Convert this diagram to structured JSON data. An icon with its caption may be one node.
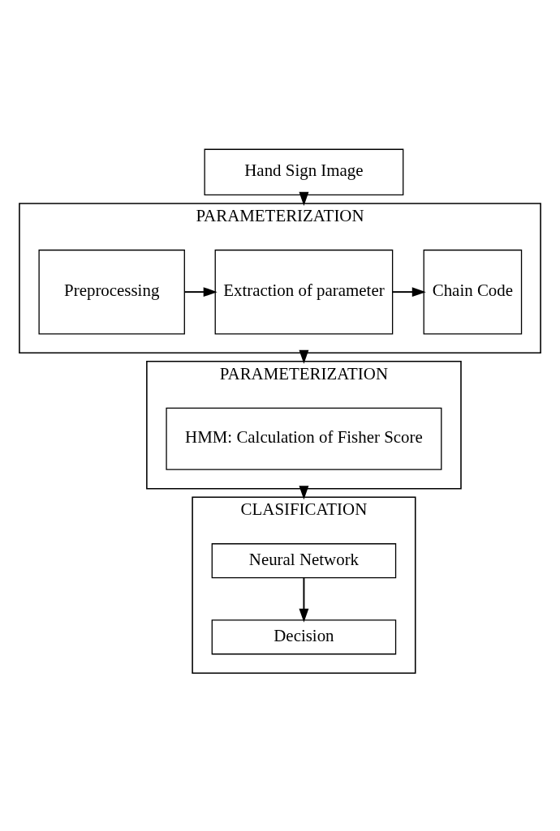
{
  "diagram": {
    "nodes": [
      {
        "text": [
          "Hand Sign Image"
        ]
      },
      {
        "text": [
          "PARAMETERIZATION"
        ]
      },
      {
        "text": [
          "Preprocessing"
        ],
        "in": 1
      },
      {
        "text": [
          "Extraction of parameter"
        ],
        "in": 1
      },
      {
        "text": [
          "Chain Code"
        ],
        "in": 1
      },
      {
        "text": [
          "PARAMETERIZATION"
        ]
      },
      {
        "text": [
          "HMM: Calculation of Fisher Score"
        ],
        "in": 5
      },
      {
        "text": [
          "CLASIFICATION"
        ]
      },
      {
        "text": [
          "Neural Network"
        ],
        "in": 7
      },
      {
        "text": [
          "Decision"
        ],
        "in": 7
      }
    ],
    "edges": [
      {
        "from": 0,
        "to": 1,
        "arrow": "to"
      },
      {
        "from": 2,
        "to": 3,
        "arrow": "to"
      },
      {
        "from": 3,
        "to": 4,
        "arrow": "to"
      },
      {
        "from": 1,
        "to": 5,
        "arrow": "to"
      },
      {
        "from": 5,
        "to": 7,
        "arrow": "to"
      },
      {
        "from": 8,
        "to": 9,
        "arrow": "to"
      }
    ]
  }
}
